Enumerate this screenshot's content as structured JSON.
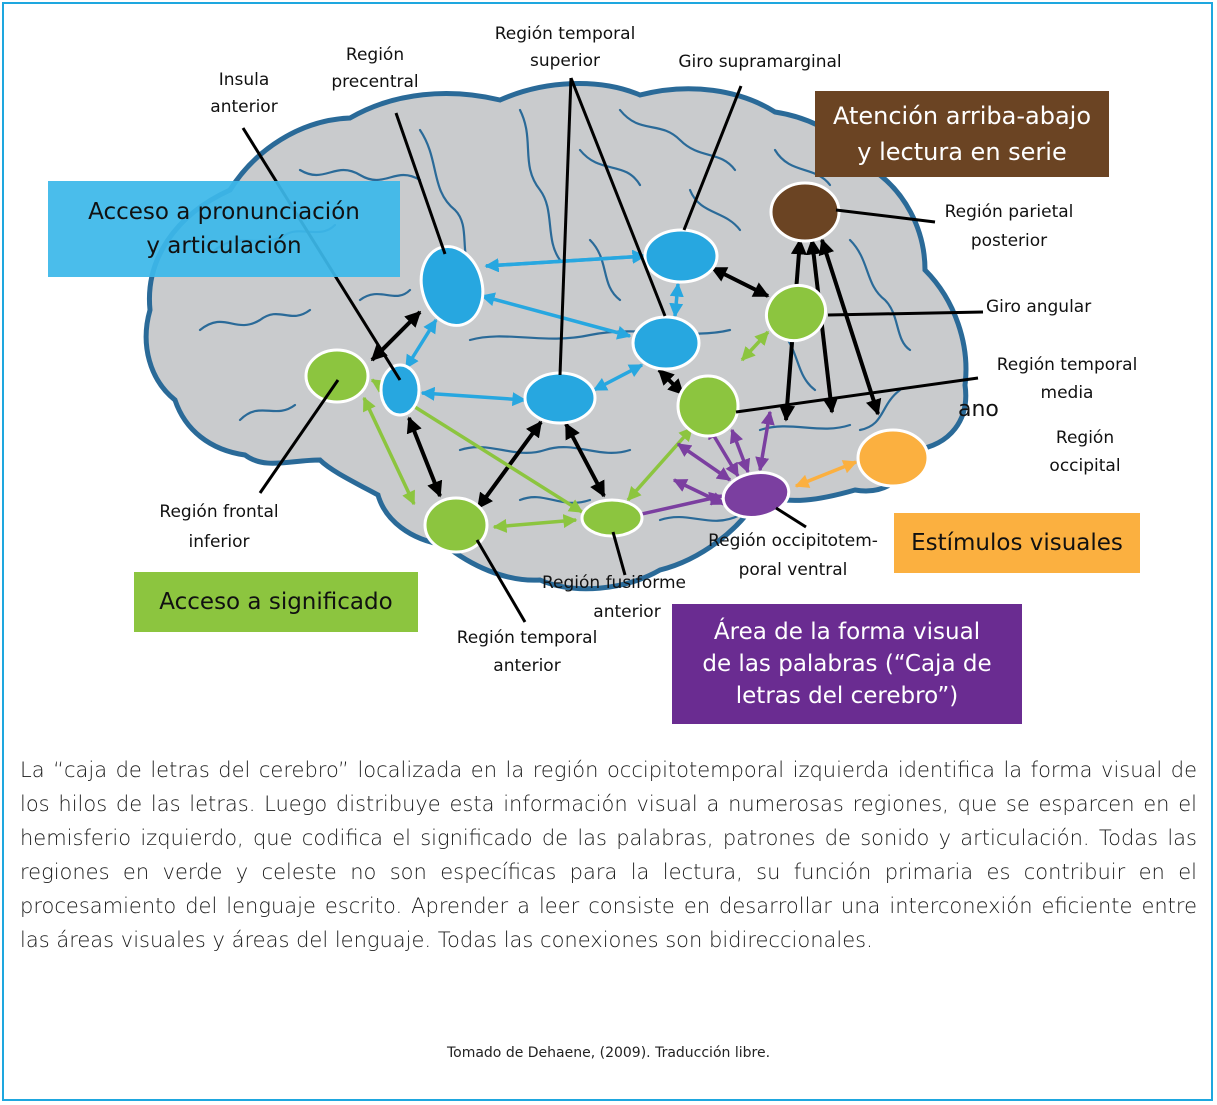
{
  "colors": {
    "frame": "#1ea7df",
    "brain_fill": "#c9cbcd",
    "brain_outline": "#2a6a98",
    "blue": "#27a7e0",
    "green": "#8cc53f",
    "purple": "#7b3fa0",
    "orange": "#fbb040",
    "brown": "#6b4423",
    "black": "#000000"
  },
  "boxes": {
    "pronunciation": {
      "lines": [
        "Acceso a pronunciación",
        "y articulación"
      ],
      "color": "#3cb8ea"
    },
    "meaning": {
      "lines": [
        "Acceso a significado"
      ],
      "color": "#8cc53f"
    },
    "attention": {
      "lines": [
        "Atención arriba-abajo",
        "y lectura en serie"
      ],
      "color": "#6b4423"
    },
    "visual_stimuli": {
      "lines": [
        "Estímulos visuales"
      ],
      "color": "#fbb040"
    },
    "word_form": {
      "lines": [
        "Área de la forma visual",
        "de las palabras (“Caja de",
        "letras del cerebro”)"
      ],
      "color": "#6a2c91"
    }
  },
  "labels": {
    "insula": [
      "Insula",
      "anterior"
    ],
    "precentral": [
      "Región",
      "precentral"
    ],
    "temporal_superior": [
      "Región temporal",
      "superior"
    ],
    "supramarginal": [
      "Giro supramarginal"
    ],
    "parietal_posterior": [
      "Región parietal",
      "posterior"
    ],
    "angular": [
      "Giro angular"
    ],
    "temporal_media": [
      "Región temporal",
      "media"
    ],
    "occipital": [
      "Región",
      "occipital"
    ],
    "frontal_inferior": [
      "Región frontal",
      "inferior"
    ],
    "fusiform": [
      "Región fusiforme",
      "anterior"
    ],
    "temporal_anterior": [
      "Región temporal",
      "anterior"
    ],
    "occipitotemporal": [
      "Región occipitotem-",
      "poral ventral"
    ],
    "partial_hidden": "ano"
  },
  "caption": "La “caja de letras del cerebro” localizada en la región occipitotemporal izquierda identifica la forma visual de los hilos de las letras. Luego distribuye esta información visual a numerosas regiones, que se esparcen en el hemisferio izquierdo, que codifica el significado de las palabras, patrones de sonido y articulación. Todas las regiones en verde y celeste no son específicas para la lectura, su función primaria es contribuir en el procesamiento del lenguaje escrito. Aprender a leer consiste en desarrollar una interconexión eficiente entre las áreas visuales y áreas del lenguaje. Todas las conexiones son bidireccionales.",
  "source": "Tomado de Dehaene, (2009). Traducción libre."
}
